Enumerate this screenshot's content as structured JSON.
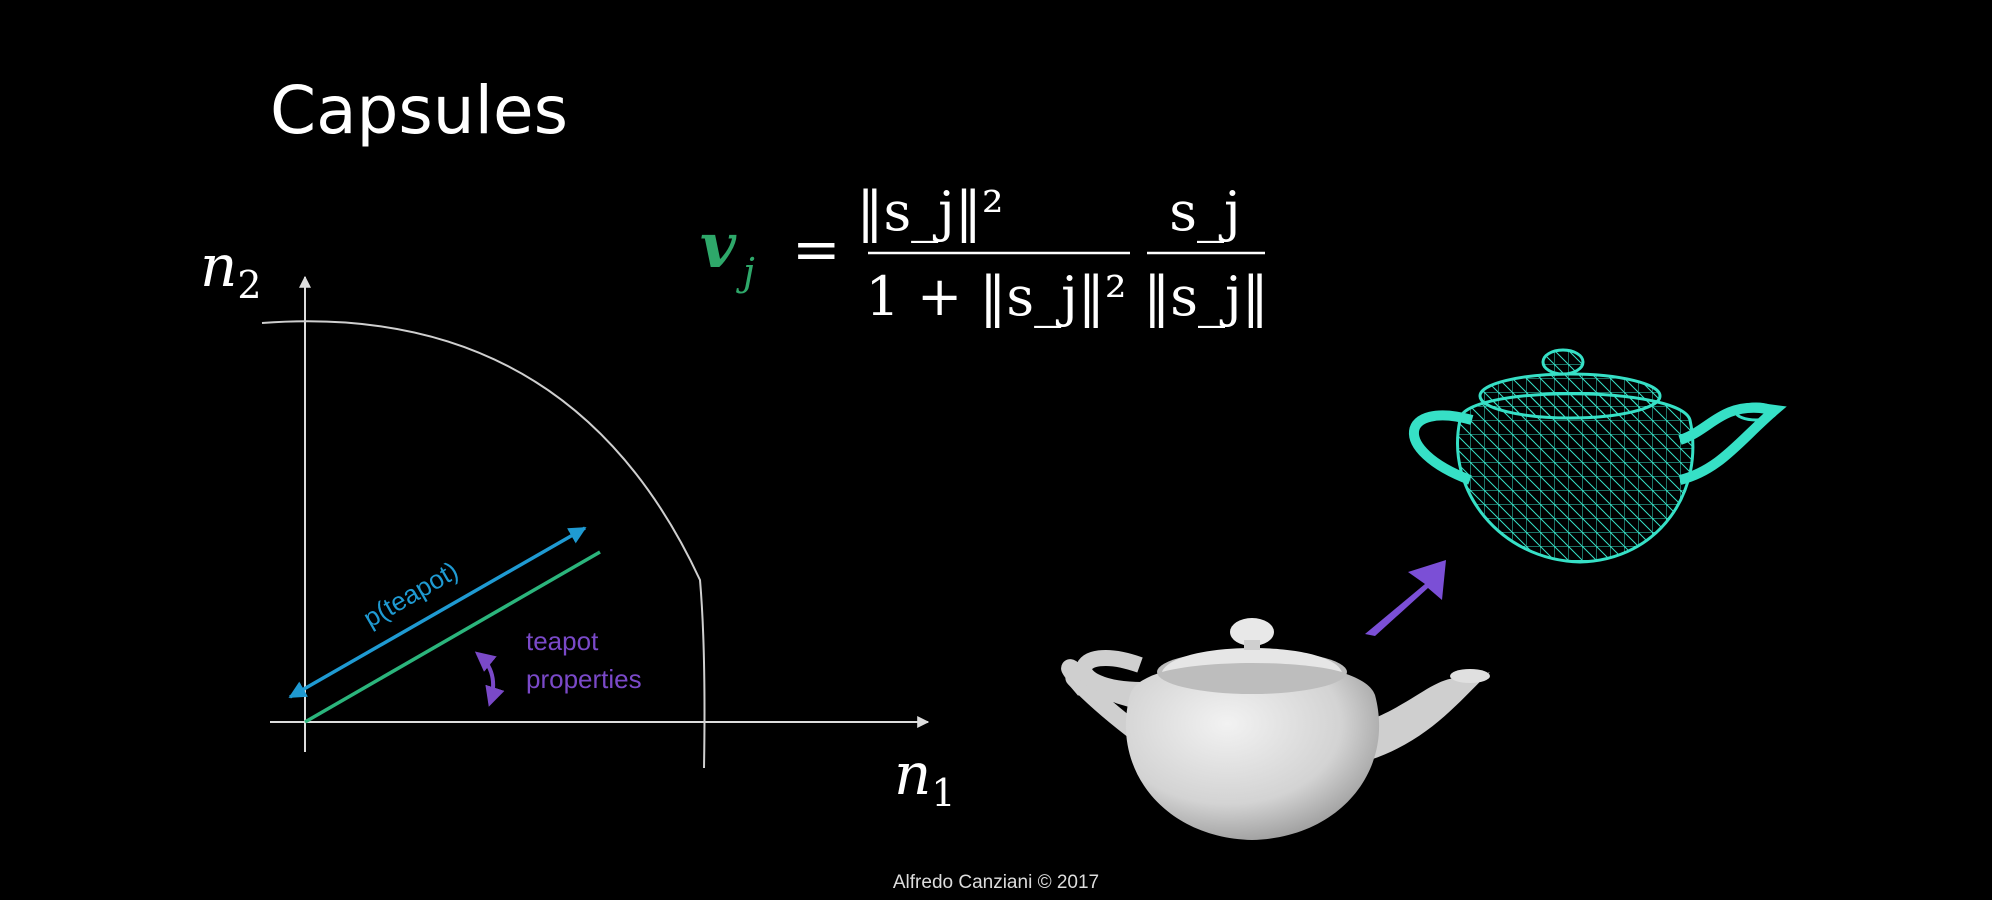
{
  "title": "Capsules",
  "equation": {
    "lhs_symbol": "v",
    "lhs_subscript": "j",
    "equals": "=",
    "frac1_num": "‖s_j‖²",
    "frac1_den": "1 + ‖s_j‖²",
    "frac2_num": "s_j",
    "frac2_den": "‖s_j‖",
    "lhs_color": "#2ea86a"
  },
  "diagram": {
    "y_axis_label": {
      "main": "n",
      "sub": "2"
    },
    "x_axis_label": {
      "main": "n",
      "sub": "1"
    },
    "vector_label": "p(teapot)",
    "vector_color": "#1f9ad2",
    "line_color": "#2bb57c",
    "rotation_label_line1": "teapot",
    "rotation_label_line2": "properties",
    "rotation_color": "#7a49c8",
    "arc_color": "#cfcfcf"
  },
  "illustration": {
    "transform_arrow_color": "#7b4fd6",
    "wireframe_color": "#36e0c6",
    "solid_color": "#d9d9d9"
  },
  "footer": "Alfredo Canziani © 2017"
}
